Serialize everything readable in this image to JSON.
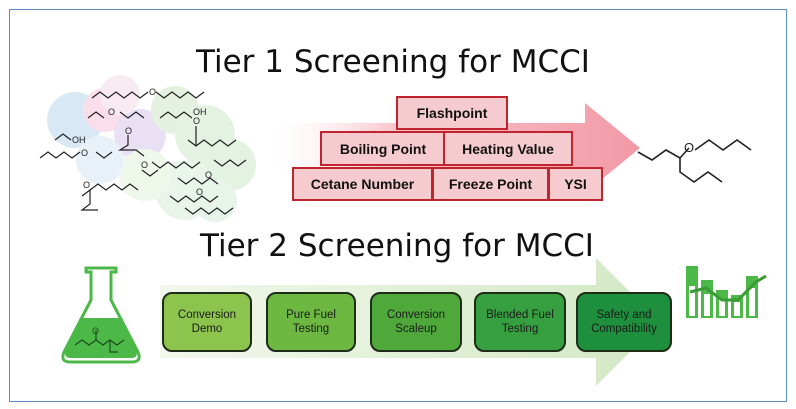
{
  "tier1": {
    "title": "Tier 1 Screening for MCCI",
    "properties": [
      "Flashpoint",
      "Boiling Point",
      "Heating Value",
      "Cetane Number",
      "Freeze Point",
      "YSI"
    ]
  },
  "tier2": {
    "title": "Tier 2 Screening for MCCI",
    "stages": [
      {
        "line1": "Conversion",
        "line2": "Demo"
      },
      {
        "line1": "Pure Fuel",
        "line2": "Testing"
      },
      {
        "line1": "Conversion",
        "line2": "Scaleup"
      },
      {
        "line1": "Blended Fuel",
        "line2": "Testing"
      },
      {
        "line1": "Safety and",
        "line2": "Compatibility"
      }
    ]
  },
  "molecule_labels": {
    "o": "O",
    "oh": "OH"
  },
  "colors": {
    "brick_fill": "#f5cbd0",
    "brick_border": "#c0252e",
    "tier1_arrow": "#f4a7b1",
    "tier2_arrow": "#dfeed4",
    "stage_fills": [
      "#8cc44e",
      "#6cb840",
      "#4fa83a",
      "#36a041",
      "#1e8f3d"
    ],
    "flask": "#4cb848",
    "frame_border": "#5b8fc7"
  },
  "icons": [
    "molecule-cloud-icon",
    "ether-molecule-icon",
    "flask-icon",
    "bar-chart-icon"
  ]
}
